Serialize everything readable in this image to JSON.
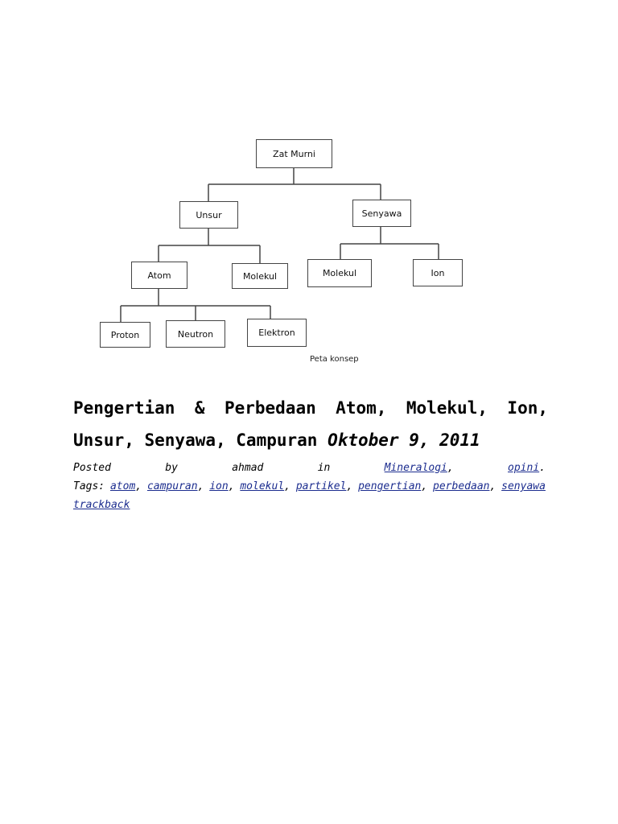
{
  "concept_map": {
    "root": "Zat Murni",
    "level1": [
      "Unsur",
      "Senyawa"
    ],
    "unsur_children": [
      "Atom",
      "Molekul"
    ],
    "senyawa_children": [
      "Molekul",
      "Ion"
    ],
    "atom_children": [
      "Proton",
      "Neutron",
      "Elektron"
    ],
    "caption": "Peta konsep"
  },
  "post": {
    "title_text": "Pengertian & Perbedaan Atom, Molekul, Ion, Unsur, Senyawa, Campuran",
    "date": "Oktober 9, 2011",
    "posted_label": "Posted",
    "by_label": "by",
    "author": "ahmad",
    "in_label": "in",
    "categories": [
      "Mineralogi",
      "opini"
    ],
    "tags_label": "Tags:",
    "tags": [
      "atom",
      "campuran",
      "ion",
      "molekul",
      "partikel",
      "pengertian",
      "perbedaan",
      "senyawa"
    ],
    "trackback": "trackback"
  }
}
